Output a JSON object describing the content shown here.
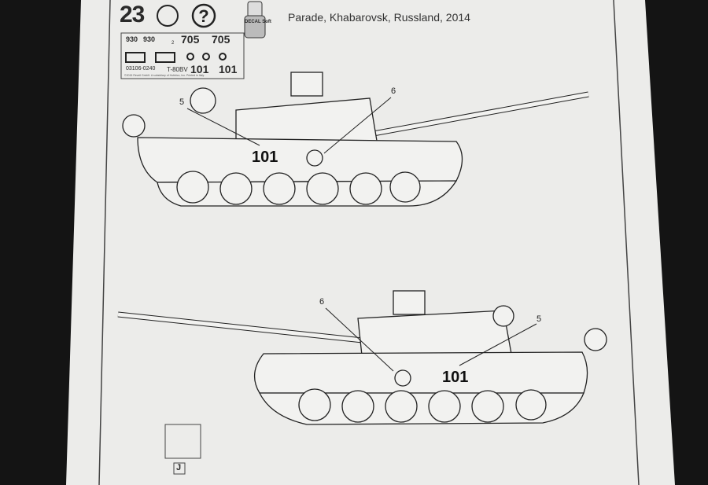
{
  "step": {
    "number": "23",
    "icons": [
      "decal-water-icon",
      "question-icon",
      "decal-soft-bottle-icon"
    ],
    "bottle_label": "DECAL Soft"
  },
  "caption": "Parade, Khabarovsk, Russland, 2014",
  "decal_table": {
    "row1": {
      "a": "930",
      "b": "930",
      "c": "2",
      "d": "705",
      "e": "705"
    },
    "row3": {
      "code": "03106-0240",
      "model": "T-80BV",
      "n1": "101",
      "n2": "101"
    },
    "copyright": "©2015 Revell GmbH. A subsidiary of Hobbico, Inc. Printed in Italy."
  },
  "side_view_left": {
    "number": "101",
    "callouts": [
      "5",
      "6"
    ]
  },
  "side_view_right": {
    "number": "101",
    "callouts": [
      "6",
      "5"
    ]
  },
  "footer_mark": "J"
}
